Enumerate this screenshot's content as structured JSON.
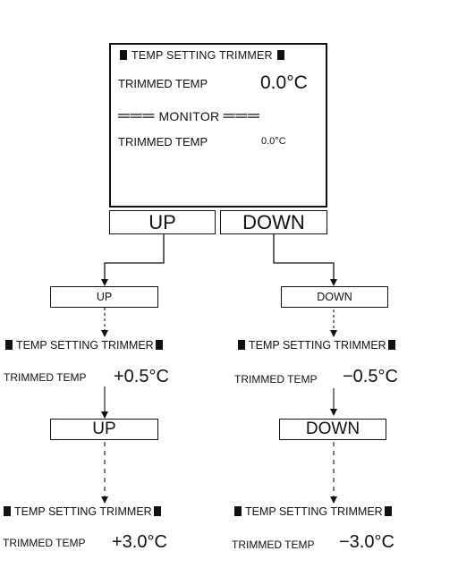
{
  "screen": {
    "title": "TEMP SETTING TRIMMER",
    "trimmed_label": "TRIMMED TEMP",
    "trimmed_value": "0.0°C",
    "monitor_label": "MONITOR",
    "monitor_trimmed_label": "TRIMMED TEMP",
    "monitor_trimmed_value": "0.0°C"
  },
  "buttons": {
    "up": "UP",
    "down": "DOWN"
  },
  "left_branch": {
    "step1_button": "UP",
    "step1_header": "TEMP SETTING TRIMMER",
    "step1_label": "TRIMMED TEMP",
    "step1_value": "+0.5°C",
    "step2_button": "UP",
    "step2_header": "TEMP SETTING TRIMMER",
    "step2_label": "TRIMMED TEMP",
    "step2_value": "+3.0°C"
  },
  "right_branch": {
    "step1_button": "DOWN",
    "step1_header": "TEMP SETTING TRIMMER",
    "step1_label": "TRIMMED TEMP",
    "step1_value": "−0.5°C",
    "step2_button": "DOWN",
    "step2_header": "TEMP SETTING TRIMMER",
    "step2_label": "TRIMMED TEMP",
    "step2_value": "−3.0°C"
  }
}
